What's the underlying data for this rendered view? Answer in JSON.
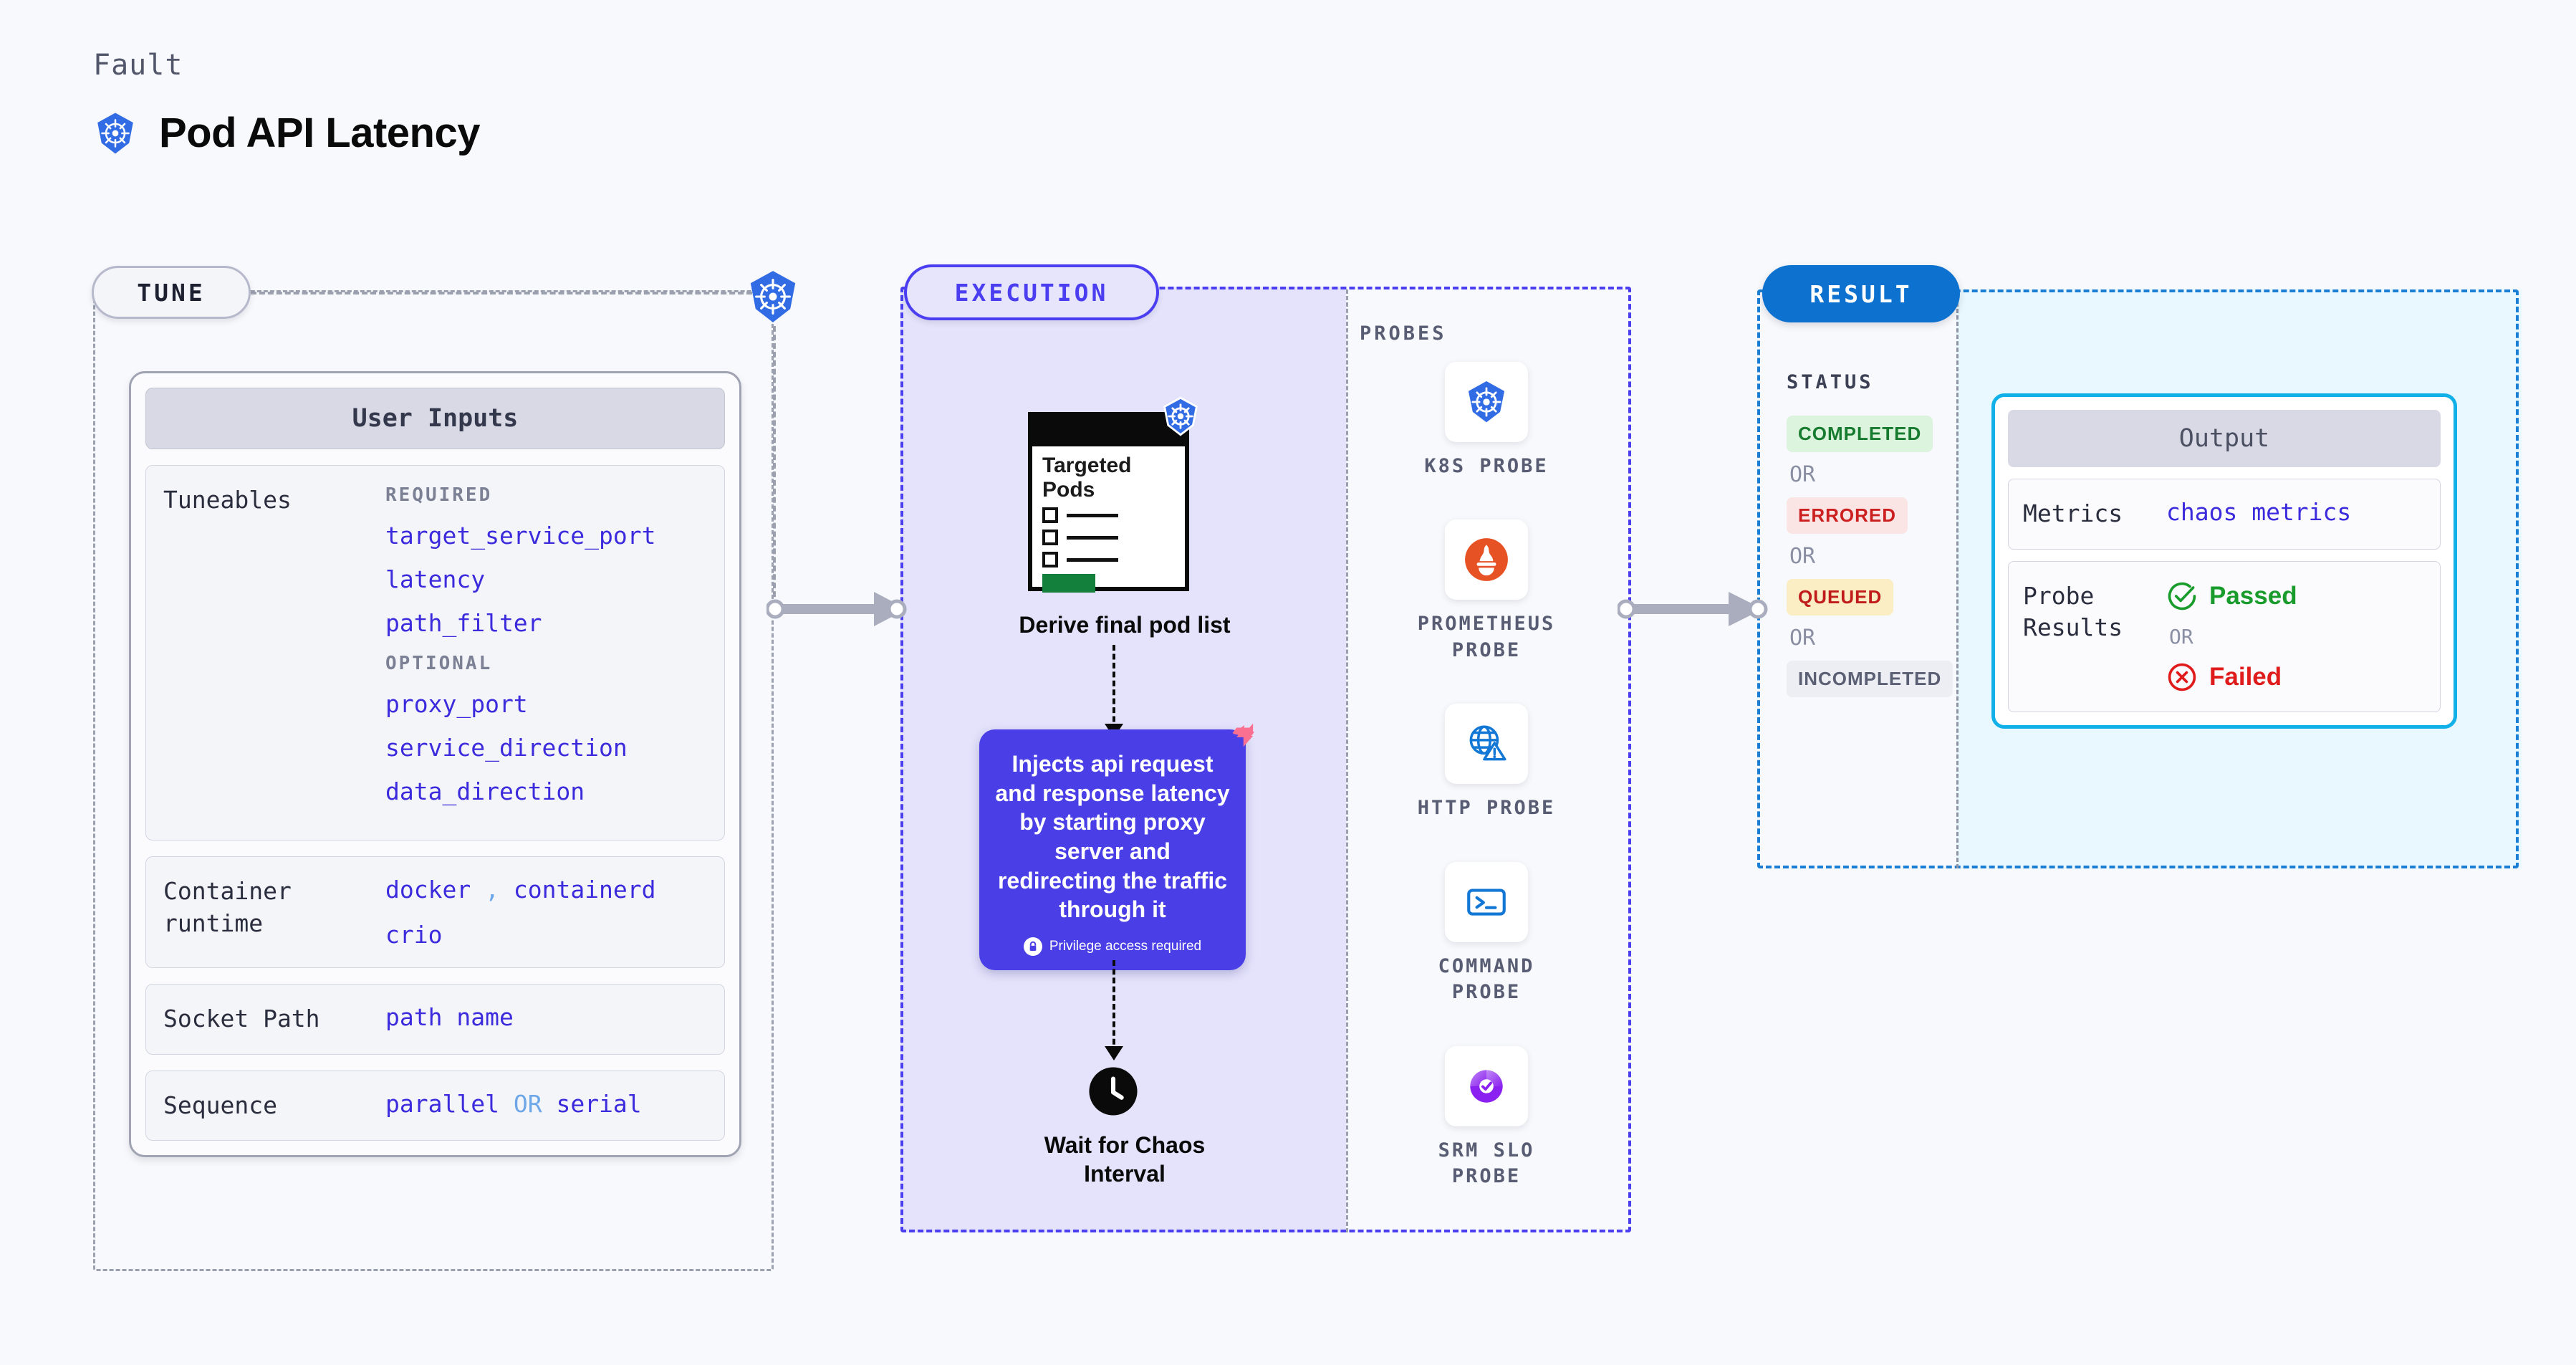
{
  "header": {
    "eyebrow": "Fault",
    "title": "Pod API Latency",
    "icon": "kubernetes-icon"
  },
  "stages": {
    "tune": {
      "label": "TUNE"
    },
    "execution": {
      "label": "EXECUTION"
    },
    "result": {
      "label": "RESULT"
    }
  },
  "tune": {
    "card_title": "User Inputs",
    "tuneables": {
      "key": "Tuneables",
      "required_label": "REQUIRED",
      "required": [
        "target_service_port",
        "latency",
        "path_filter"
      ],
      "optional_label": "OPTIONAL",
      "optional": [
        "proxy_port",
        "service_direction",
        "data_direction"
      ]
    },
    "container_runtime": {
      "key": "Container runtime",
      "values_line1": [
        "docker",
        "containerd"
      ],
      "separator": ",",
      "values_line2": [
        "crio"
      ]
    },
    "socket_path": {
      "key": "Socket Path",
      "value": "path name"
    },
    "sequence": {
      "key": "Sequence",
      "value_a": "parallel",
      "separator": "OR",
      "value_b": "serial"
    }
  },
  "execution": {
    "probes_label": "PROBES",
    "targeted_pods": {
      "title": "Targeted Pods",
      "badge_icon": "kubernetes-icon",
      "caption": "Derive final pod list"
    },
    "inject": {
      "text": "Injects api request and response latency by starting proxy server and redirecting the traffic through it",
      "privilege_note": "Privilege access required",
      "privilege_icon": "lock-icon",
      "brand_icon": "harness-icon"
    },
    "wait": {
      "icon": "clock-icon",
      "caption": "Wait for Chaos Interval"
    },
    "probes": [
      {
        "name": "K8S PROBE",
        "icon": "kubernetes-icon"
      },
      {
        "name": "PROMETHEUS PROBE",
        "icon": "prometheus-icon"
      },
      {
        "name": "HTTP PROBE",
        "icon": "globe-warning-icon"
      },
      {
        "name": "COMMAND PROBE",
        "icon": "terminal-icon"
      },
      {
        "name": "SRM SLO PROBE",
        "icon": "srm-slo-icon"
      }
    ]
  },
  "result": {
    "status_label": "STATUS",
    "or_label": "OR",
    "statuses": [
      {
        "label": "COMPLETED",
        "color": "#167a2f",
        "bg": "#dcf4dd"
      },
      {
        "label": "ERRORED",
        "color": "#cc1f1f",
        "bg": "#fbe4e4"
      },
      {
        "label": "QUEUED",
        "color": "#c01c1c",
        "bg": "#fbeec4"
      },
      {
        "label": "INCOMPLETED",
        "color": "#5a5f73",
        "bg": "#eceef4"
      }
    ],
    "output": {
      "card_title": "Output",
      "metrics": {
        "key": "Metrics",
        "value": "chaos metrics"
      },
      "probe_results": {
        "key": "Probe Results",
        "passed": "Passed",
        "passed_icon": "check-circle-icon",
        "or_label": "OR",
        "failed": "Failed",
        "failed_icon": "x-circle-icon"
      }
    }
  },
  "colors": {
    "accent_blue": "#3b2bdd",
    "exec_purple": "#4a3ef0",
    "result_blue": "#0d72cf",
    "output_cyan": "#12b0e8",
    "pass_green": "#1a9c2d",
    "fail_red": "#e01b1b"
  }
}
